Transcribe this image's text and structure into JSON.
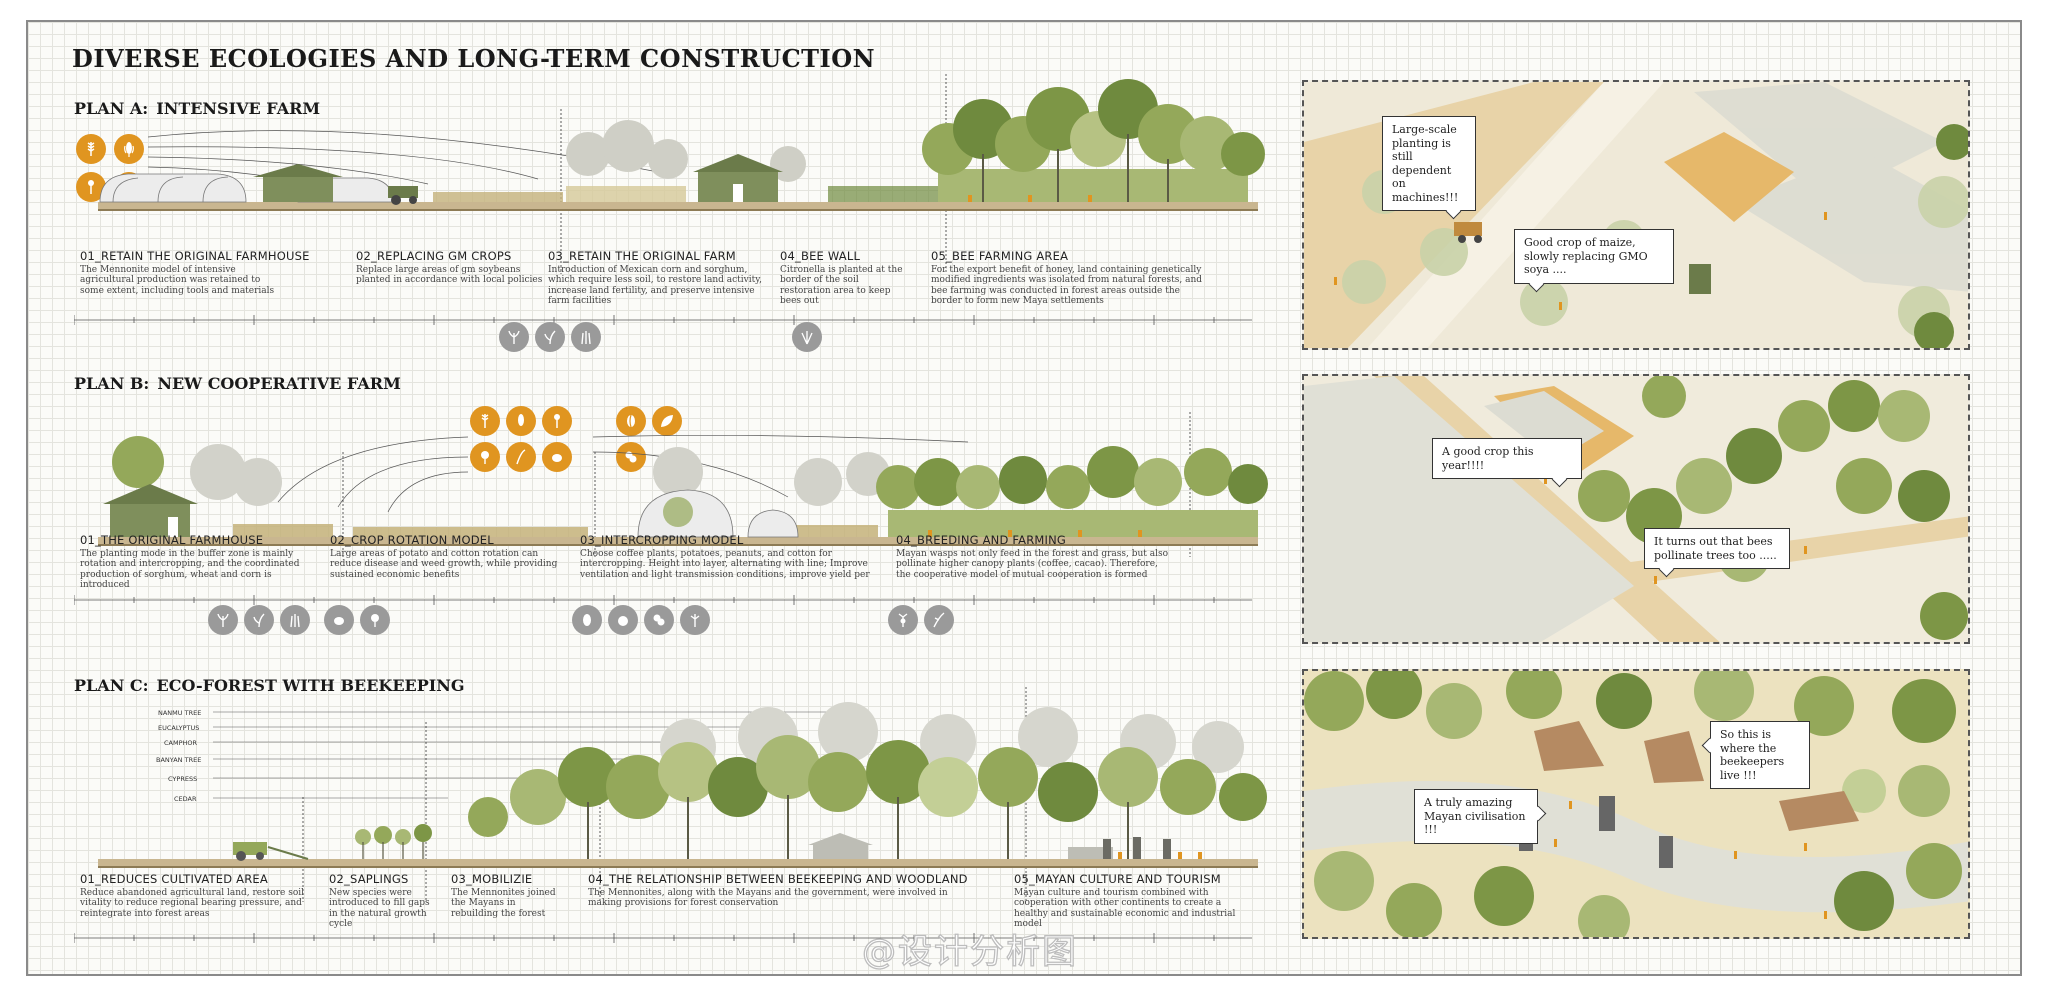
{
  "title": "DIVERSE ECOLOGIES AND LONG-TERM CONSTRUCTION",
  "colors": {
    "orange": "#e09520",
    "gray_icon": "#9a9a9a",
    "leaf_dark": "#6f8a3e",
    "leaf_mid": "#94a85a",
    "leaf_light": "#c3cf96",
    "house": "#7f8f5c",
    "soil": "#c9b690"
  },
  "plans": [
    {
      "label": "PLAN A:",
      "name": "INTENSIVE FARM",
      "steps": [
        {
          "title": "01_RETAIN THE ORIGINAL FARMHOUSE",
          "text": "The Mennonite model of intensive agricultural production was retained to some extent, including tools and materials"
        },
        {
          "title": "02_REPLACING GM CROPS",
          "text": "Replace large areas of gm soybeans planted in accordance with local policies"
        },
        {
          "title": "03_RETAIN THE ORIGINAL FARM",
          "text": "Introduction of Mexican corn and sorghum, which require less soil, to restore land activity, increase land fertility, and preserve intensive farm facilities"
        },
        {
          "title": "04_BEE WALL",
          "text": "Citronella is planted at the border of the soil restoration area to keep bees out"
        },
        {
          "title": "05_BEE FARMING AREA",
          "text": "For the export benefit of honey, land containing genetically modified ingredients was isolated from natural forests, and bee farming was conducted in forest areas outside the border to form new Maya settlements"
        }
      ]
    },
    {
      "label": "PLAN B:",
      "name": "NEW COOPERATIVE FARM",
      "steps": [
        {
          "title": "01_THE ORIGINAL FARMHOUSE",
          "text": "The planting mode in the buffer zone is mainly rotation and intercropping, and the coordinated production of sorghum, wheat and corn is introduced"
        },
        {
          "title": "02_CROP ROTATION MODEL",
          "text": "Large areas of potato and cotton rotation can reduce disease and weed growth, while providing sustained economic benefits"
        },
        {
          "title": "03_INTERCROPPING MODEL",
          "text": "Choose coffee plants, potatoes, peanuts, and cotton for intercropping. Height into layer, alternating with line; Improve ventilation and light transmission conditions, improve yield per"
        },
        {
          "title": "04_BREEDING AND FARMING",
          "text": "Mayan wasps not only feed in the forest and grass, but also pollinate higher canopy plants (coffee, cacao). Therefore, the cooperative model of mutual cooperation is formed"
        }
      ]
    },
    {
      "label": "PLAN C:",
      "name": "ECO-FOREST WITH BEEKEEPING",
      "species": [
        "NANMU TREE",
        "EUCALYPTUS",
        "CAMPHOR",
        "BANYAN TREE",
        "CYPRESS",
        "CEDAR"
      ],
      "steps": [
        {
          "title": "01_REDUCES CULTIVATED AREA",
          "text": "Reduce abandoned agricultural land, restore soil vitality to reduce regional bearing pressure, and reintegrate into forest areas"
        },
        {
          "title": "02_SAPLINGS",
          "text": "New species were introduced to fill gaps in the natural growth cycle"
        },
        {
          "title": "03_MOBILIZIE",
          "text": "The Mennonites joined the Mayans in rebuilding the forest"
        },
        {
          "title": "04_THE RELATIONSHIP BETWEEN BEEKEEPING AND WOODLAND",
          "text": "The Mennonites, along with the Mayans and the government, were involved in making provisions for forest conservation"
        },
        {
          "title": "05_MAYAN CULTURE AND TOURISM",
          "text": "Mayan culture and tourism combined with cooperation with other continents to create a healthy and sustainable economic and industrial model"
        }
      ]
    }
  ],
  "panels": [
    {
      "bubbles": [
        "Large-scale planting is still dependent on machines!!!",
        "Good crop of maize, slowly replacing GMO soya ...."
      ]
    },
    {
      "bubbles": [
        "A good crop this year!!!!",
        "It turns out that bees pollinate trees too ....."
      ]
    },
    {
      "bubbles": [
        "So this is where the beekeepers live !!!",
        "A truly amazing Mayan civilisation !!!"
      ]
    }
  ],
  "watermark": "@设计分析图"
}
